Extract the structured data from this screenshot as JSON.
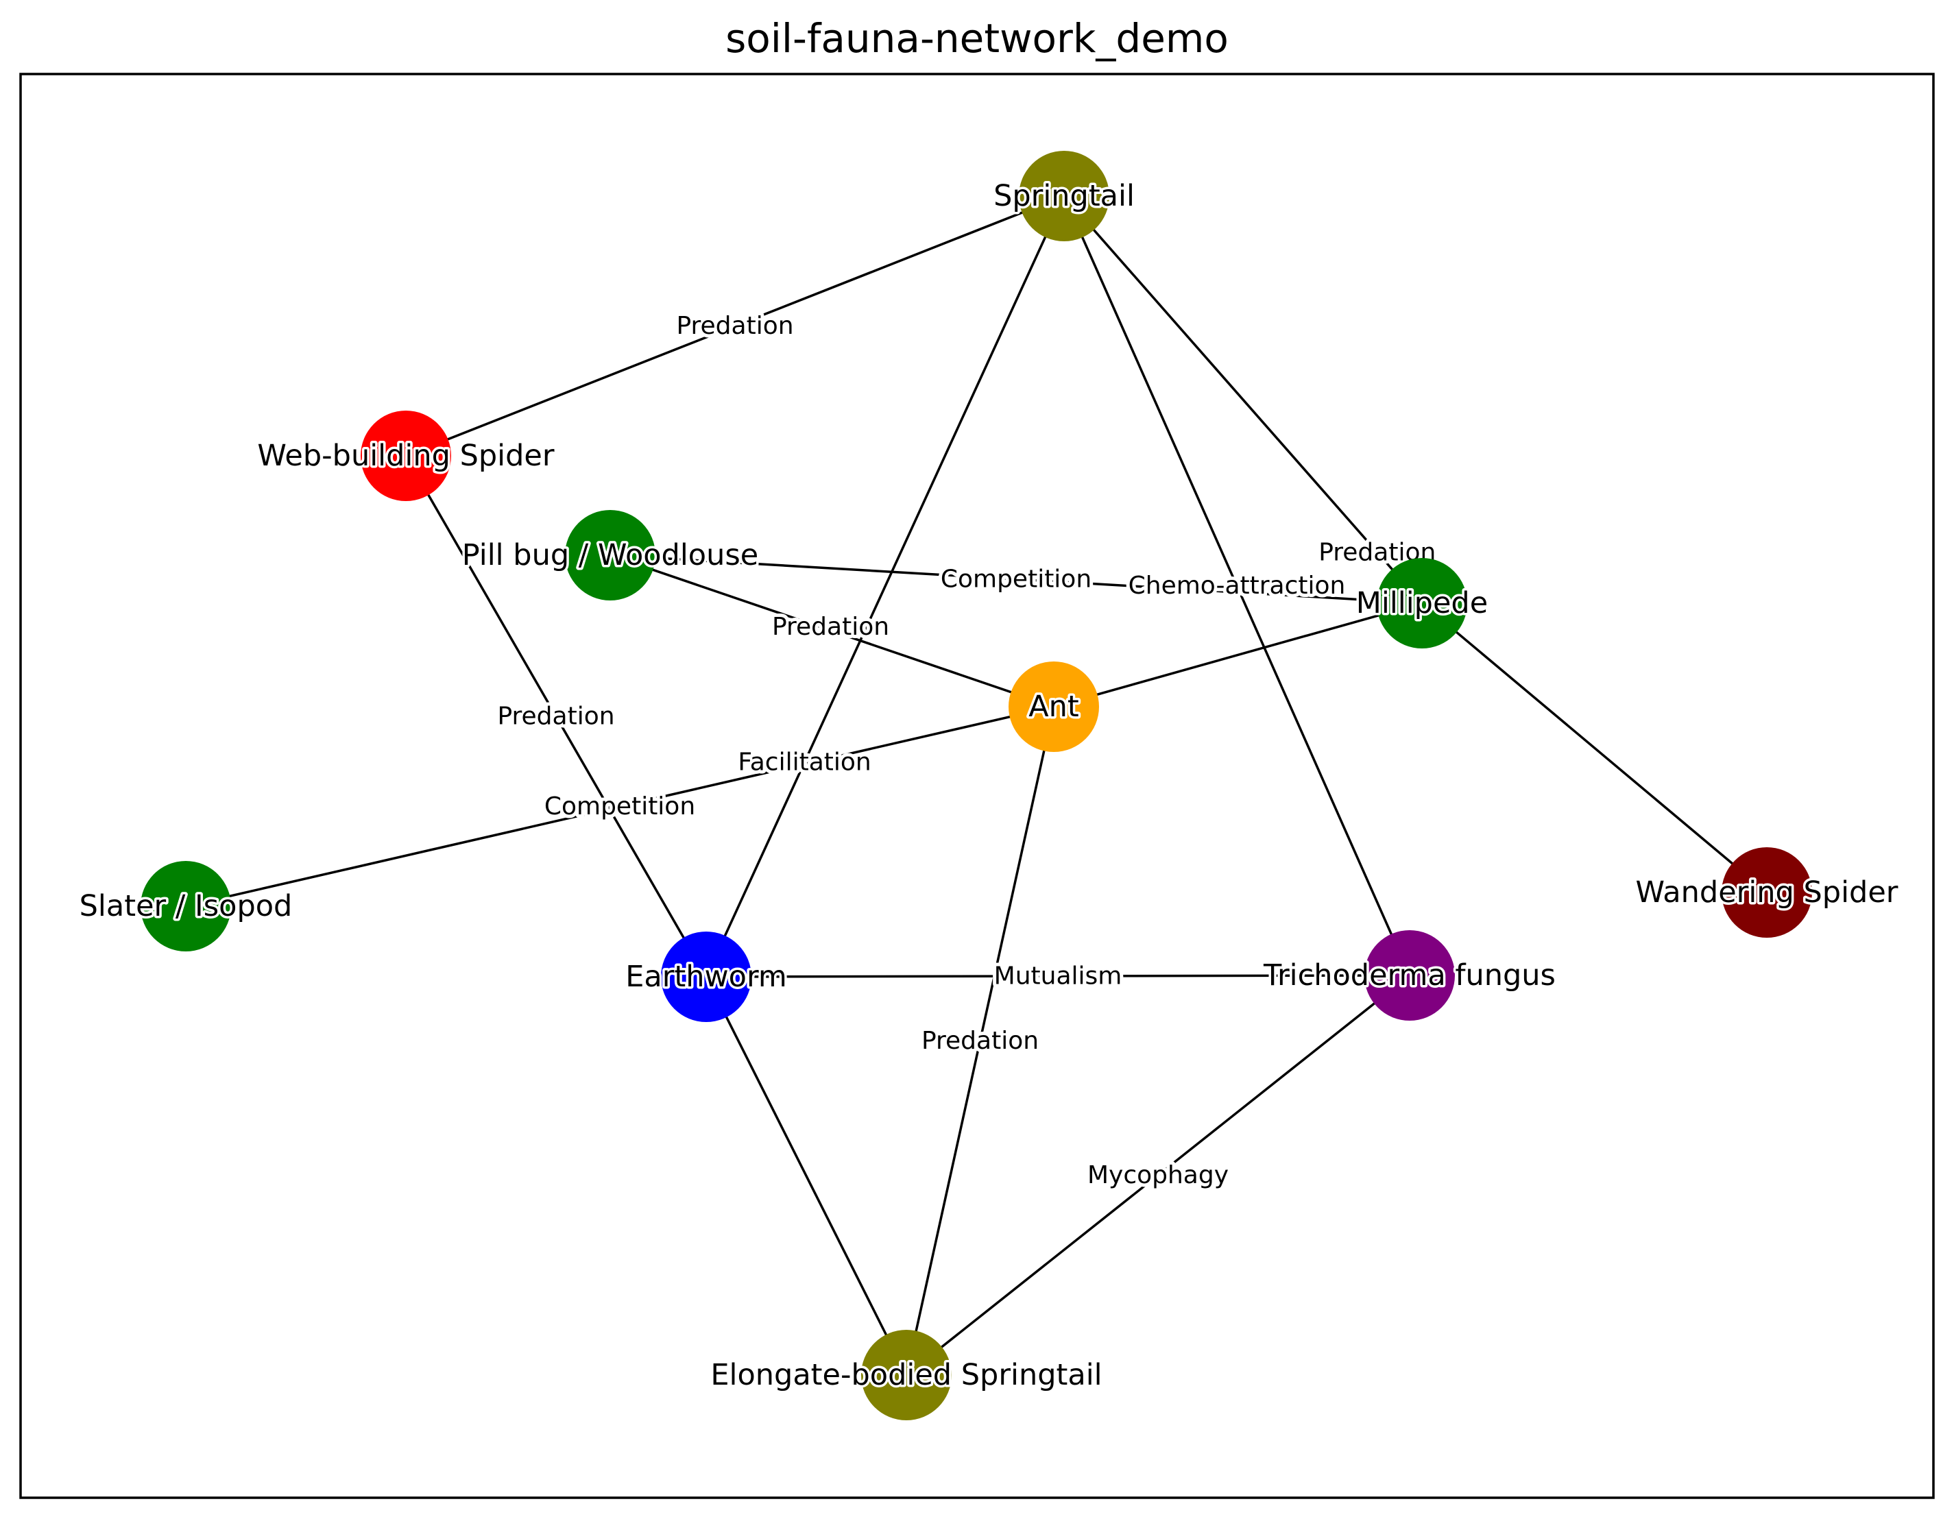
{
  "title": "soil-fauna-network_demo",
  "nodes": [
    {
      "id": "springtail",
      "label": "Springtail",
      "color": "#808000"
    },
    {
      "id": "web_spider",
      "label": "Web-building Spider",
      "color": "#ff0000"
    },
    {
      "id": "pill_bug",
      "label": "Pill bug / Woodlouse",
      "color": "#008000"
    },
    {
      "id": "millipede",
      "label": "Millipede",
      "color": "#008000"
    },
    {
      "id": "ant",
      "label": "Ant",
      "color": "#ffa500"
    },
    {
      "id": "slater",
      "label": "Slater / Isopod",
      "color": "#008000"
    },
    {
      "id": "wandering_spider",
      "label": "Wandering Spider",
      "color": "#800000"
    },
    {
      "id": "earthworm",
      "label": "Earthworm",
      "color": "#0000ff"
    },
    {
      "id": "trichoderma",
      "label": "Trichoderma fungus",
      "color": "#800080"
    },
    {
      "id": "elongate_springtail",
      "label": "Elongate-bodied Springtail",
      "color": "#808000"
    }
  ],
  "edges": [
    {
      "source": "web_spider",
      "target": "springtail",
      "label": "Predation"
    },
    {
      "source": "springtail",
      "target": "earthworm",
      "label": "Facilitation"
    },
    {
      "source": "springtail",
      "target": "trichoderma",
      "label": "Chemo-attraction"
    },
    {
      "source": "springtail",
      "target": "millipede",
      "label": "Predation"
    },
    {
      "source": "web_spider",
      "target": "earthworm",
      "label": "Predation"
    },
    {
      "source": "pill_bug",
      "target": "millipede",
      "label": "Competition"
    },
    {
      "source": "pill_bug",
      "target": "ant",
      "label": "Predation"
    },
    {
      "source": "ant",
      "target": "millipede",
      "label": ""
    },
    {
      "source": "slater",
      "target": "ant",
      "label": "Competition"
    },
    {
      "source": "ant",
      "target": "elongate_springtail",
      "label": "Predation"
    },
    {
      "source": "millipede",
      "target": "wandering_spider",
      "label": ""
    },
    {
      "source": "earthworm",
      "target": "trichoderma",
      "label": "Mutualism"
    },
    {
      "source": "earthworm",
      "target": "elongate_springtail",
      "label": ""
    },
    {
      "source": "trichoderma",
      "target": "elongate_springtail",
      "label": "Mycophagy"
    }
  ]
}
